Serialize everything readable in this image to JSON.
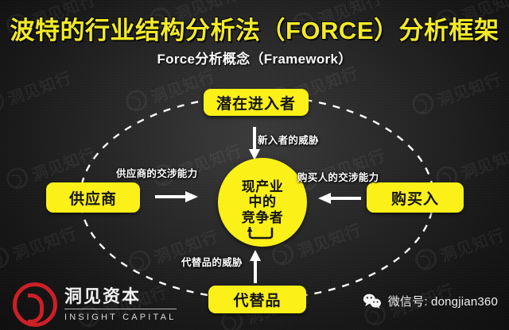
{
  "title": {
    "main": "波特的行业结构分析法（FORCE）分析框架",
    "sub": "Force分析概念（Framework）"
  },
  "diagram": {
    "nodes": {
      "entrants": "潜在进入者",
      "suppliers": "供应商",
      "buyers": "购买入",
      "substitutes": "代替品",
      "rivals_line1": "现产业",
      "rivals_line2": "中的",
      "rivals_line3": "竞争者"
    },
    "edge_labels": {
      "entrants": "新入者的威胁",
      "suppliers": "供应商的交涉能力",
      "buyers": "购买人的交涉能力",
      "substitutes": "代替品的威胁"
    },
    "accent_yellow": "#fbf017",
    "arrow_color": "#ffffff",
    "ellipse_style": "dashed-white"
  },
  "watermarks": {
    "text": "洞见知行"
  },
  "footer": {
    "brand_cn": "洞见资本",
    "brand_en": "INSIGHT CAPITAL",
    "brand_color": "#cc1f26",
    "wechat_label": "微信号: dongjian360"
  }
}
